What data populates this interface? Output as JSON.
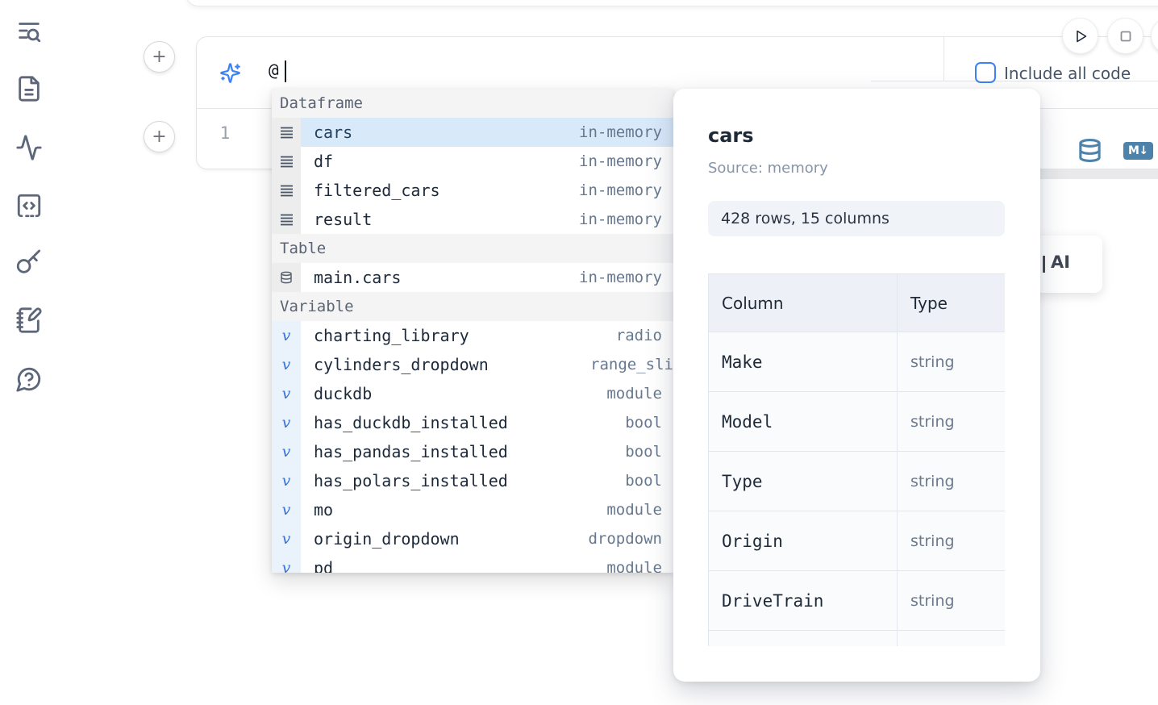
{
  "sidebar": {
    "items": [
      {
        "icon": "list-search-icon"
      },
      {
        "icon": "file-text-icon"
      },
      {
        "icon": "activity-icon"
      },
      {
        "icon": "code-snippet-icon"
      },
      {
        "icon": "key-icon"
      },
      {
        "icon": "notebook-pen-icon"
      },
      {
        "icon": "help-chat-icon"
      }
    ]
  },
  "run_controls": {
    "play_icon": "play",
    "stop_icon": "stop"
  },
  "add_buttons": {
    "plus_label": "+"
  },
  "prompt": {
    "icon": "sparkles-icon",
    "value": "@",
    "checkbox_checked": false,
    "checkbox_label": "Include all code"
  },
  "cell": {
    "line_number": "1",
    "database_icon": "database-icon",
    "markdown_badge": "M↓"
  },
  "autocomplete": {
    "variable_glyph": "v",
    "sections": [
      {
        "label": "Dataframe",
        "items": [
          {
            "name": "cars",
            "type": "in-memory",
            "icon": "rows-icon",
            "selected": true
          },
          {
            "name": "df",
            "type": "in-memory",
            "icon": "rows-icon",
            "selected": false
          },
          {
            "name": "filtered_cars",
            "type": "in-memory",
            "icon": "rows-icon",
            "selected": false
          },
          {
            "name": "result",
            "type": "in-memory",
            "icon": "rows-icon",
            "selected": false
          }
        ]
      },
      {
        "label": "Table",
        "items": [
          {
            "name": "main.cars",
            "type": "in-memory",
            "icon": "database-icon",
            "selected": false
          }
        ]
      },
      {
        "label": "Variable",
        "items": [
          {
            "name": "charting_library",
            "type": "radio",
            "icon": "variable-icon",
            "selected": false
          },
          {
            "name": "cylinders_dropdown",
            "type": "range_sli",
            "icon": "variable-icon",
            "selected": false
          },
          {
            "name": "duckdb",
            "type": "module",
            "icon": "variable-icon",
            "selected": false
          },
          {
            "name": "has_duckdb_installed",
            "type": "bool",
            "icon": "variable-icon",
            "selected": false
          },
          {
            "name": "has_pandas_installed",
            "type": "bool",
            "icon": "variable-icon",
            "selected": false
          },
          {
            "name": "has_polars_installed",
            "type": "bool",
            "icon": "variable-icon",
            "selected": false
          },
          {
            "name": "mo",
            "type": "module",
            "icon": "variable-icon",
            "selected": false
          },
          {
            "name": "origin_dropdown",
            "type": "dropdown",
            "icon": "variable-icon",
            "selected": false
          },
          {
            "name": "pd",
            "type": "module",
            "icon": "variable-icon",
            "selected": false
          }
        ]
      }
    ]
  },
  "preview": {
    "title": "cars",
    "source": "Source: memory",
    "shape": "428 rows, 15 columns",
    "table": {
      "headers": [
        "Column",
        "Type"
      ],
      "rows": [
        {
          "column": "Make",
          "type": "string"
        },
        {
          "column": "Model",
          "type": "string"
        },
        {
          "column": "Type",
          "type": "string"
        },
        {
          "column": "Origin",
          "type": "string"
        },
        {
          "column": "DriveTrain",
          "type": "string"
        }
      ]
    }
  },
  "ai_card": {
    "label": "AI"
  },
  "colors": {
    "accent": "#3b82f6",
    "steel": "#4d83ab",
    "selection": "#d8e9fa"
  }
}
